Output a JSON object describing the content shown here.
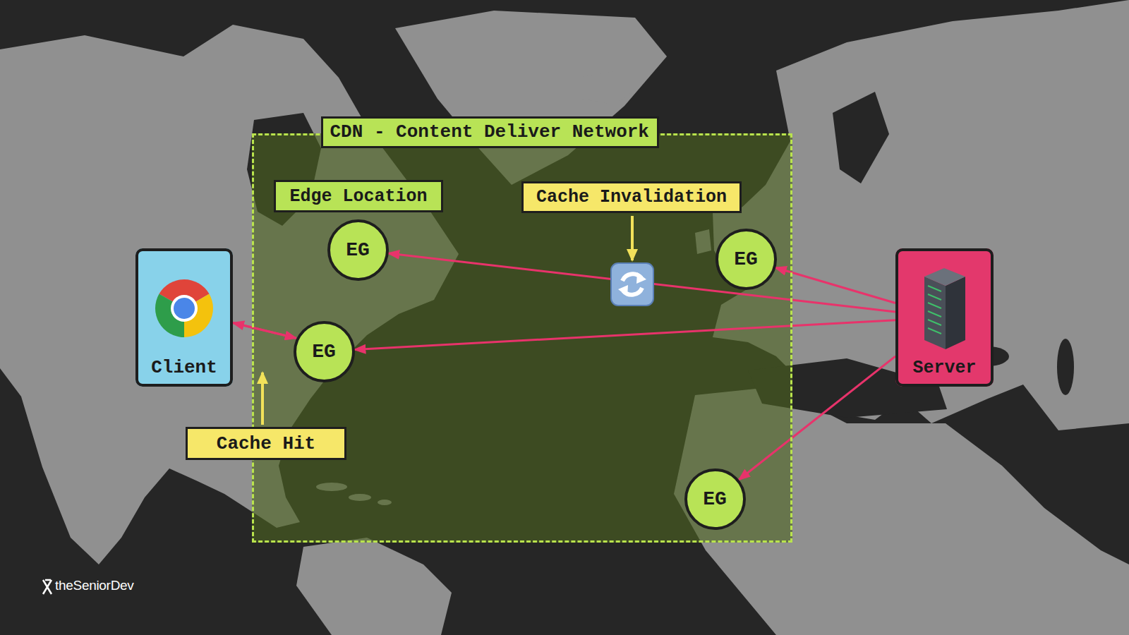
{
  "diagram": {
    "nodes": [
      {
        "text": [
          "CDN - Content Deliver Network"
        ]
      },
      {
        "text": [
          "Edge Location"
        ],
        "in": 0
      },
      {
        "text": [
          "Cache Invalidation"
        ],
        "in": 0
      },
      {
        "text": [
          "EG"
        ],
        "in": 0
      },
      {
        "text": [
          "EG"
        ],
        "in": 0
      },
      {
        "text": [
          "Client"
        ]
      },
      {
        "text": [
          "EG"
        ],
        "in": 0
      },
      {
        "text": [
          "Server"
        ]
      },
      {
        "text": [
          "Cache Hit"
        ]
      },
      {
        "text": [
          "EG"
        ],
        "in": 0
      }
    ],
    "edges": [
      {
        "from": 7,
        "to": 3,
        "arrow": "to"
      },
      {
        "from": 7,
        "to": 4,
        "arrow": "to"
      },
      {
        "from": 7,
        "to": 6,
        "arrow": "to"
      },
      {
        "from": 7,
        "to": 9,
        "arrow": "to"
      },
      {
        "from": 5,
        "to": 6,
        "arrow": "to"
      },
      {
        "from": 6,
        "to": 5,
        "arrow": "to"
      }
    ],
    "labels": [
      "theSeniorDev"
    ]
  }
}
